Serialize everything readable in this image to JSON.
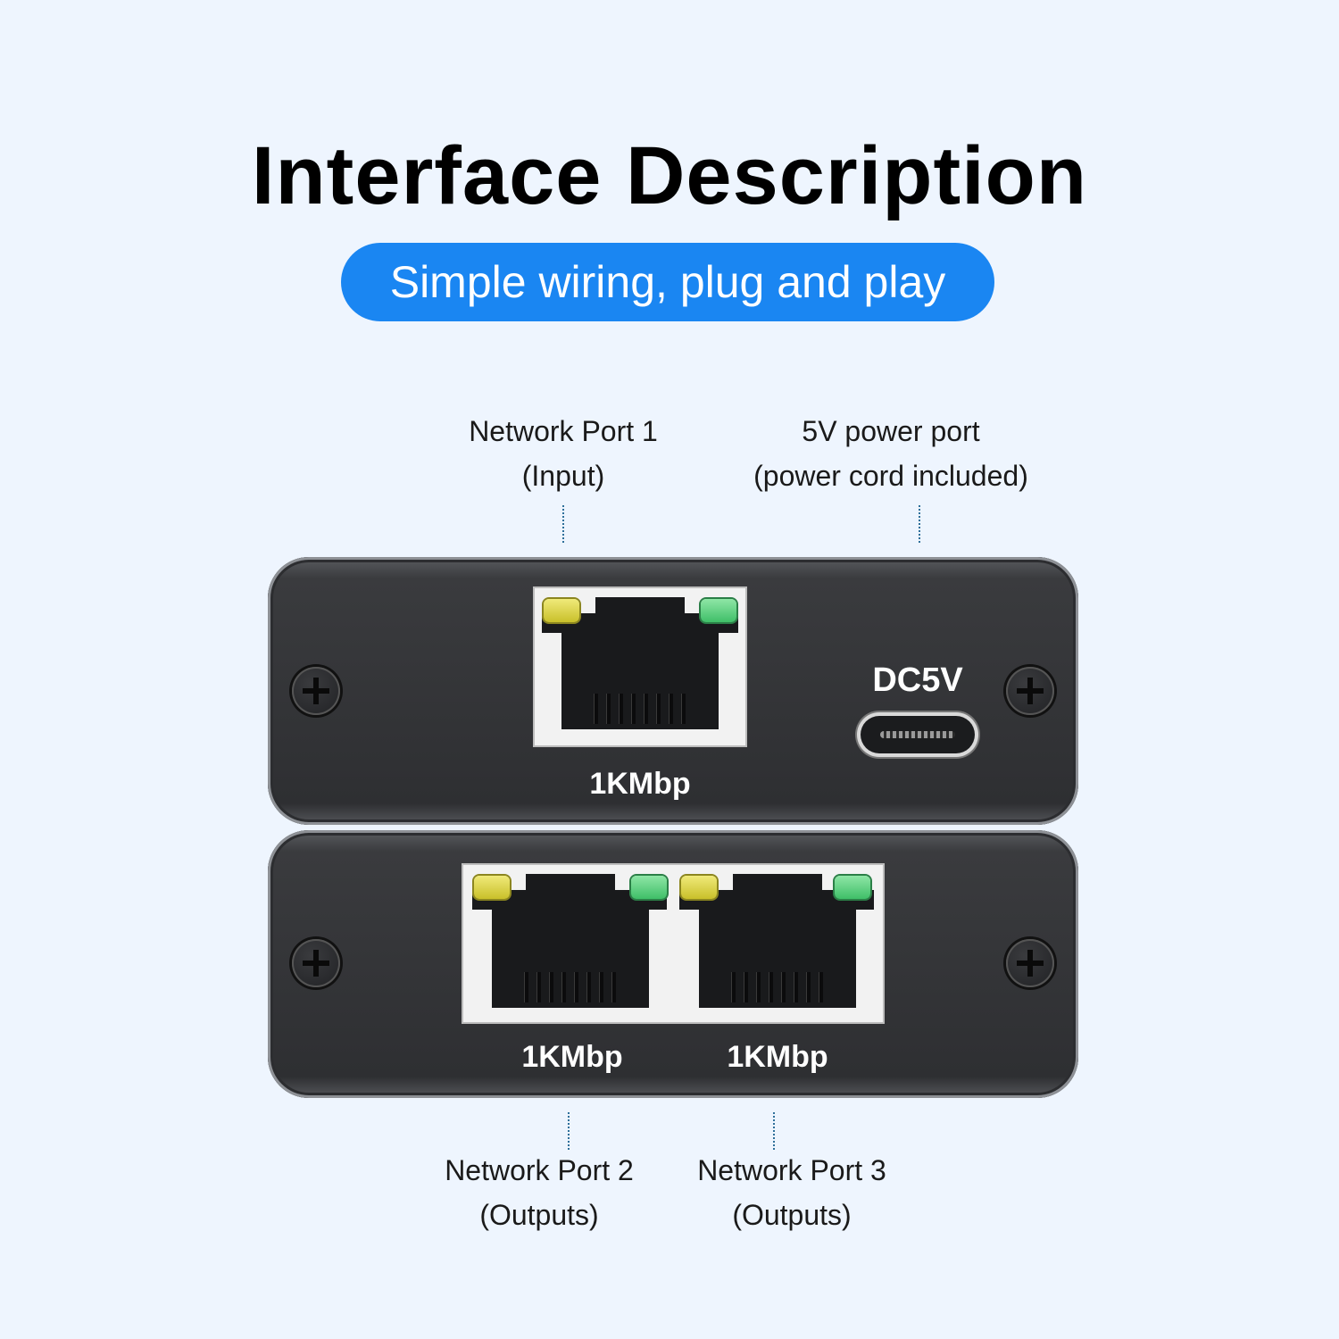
{
  "title": "Interface Description",
  "subtitle": "Simple wiring, plug and play",
  "colors": {
    "background": "#eef5fe",
    "accent": "#1a86f2",
    "device_body": "#343538"
  },
  "callouts": {
    "port1": {
      "line1": "Network Port 1",
      "line2": "(Input)"
    },
    "power": {
      "line1": "5V power port",
      "line2": "(power cord included)"
    },
    "port2": {
      "line1": "Network Port 2",
      "line2": "(Outputs)"
    },
    "port3": {
      "line1": "Network Port 3",
      "line2": "(Outputs)"
    }
  },
  "top_panel": {
    "port_label": "1KMbp",
    "power_label": "DC5V"
  },
  "bottom_panel": {
    "port2_label": "1KMbp",
    "port3_label": "1KMbp"
  }
}
